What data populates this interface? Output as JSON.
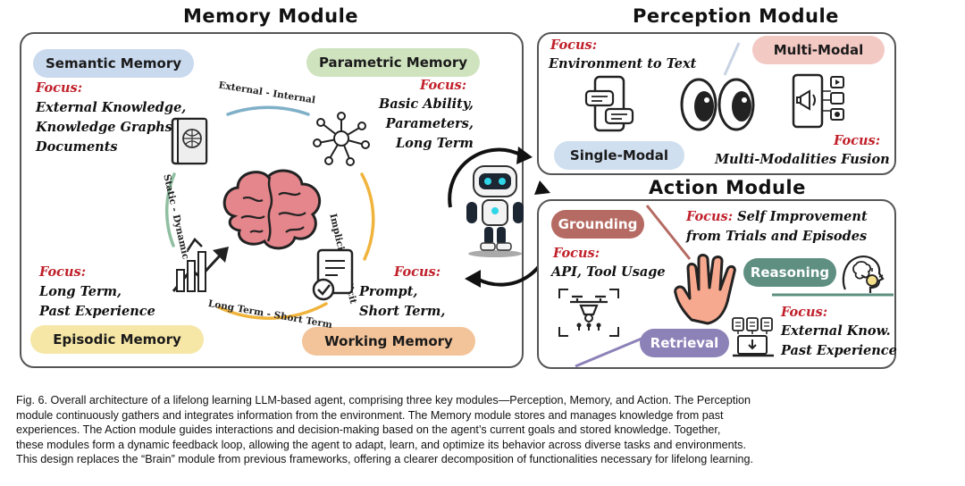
{
  "memory": {
    "title": "Memory Module",
    "semantic": {
      "label": "Semantic Memory",
      "focus": "Focus:",
      "lines": [
        "External Knowledge,",
        "Knowledge Graphs,",
        "Documents"
      ]
    },
    "parametric": {
      "label": "Parametric Memory",
      "focus": "Focus:",
      "lines": [
        "Basic Ability,",
        "Parameters,",
        "Long Term"
      ]
    },
    "episodic": {
      "label": "Episodic Memory",
      "focus": "Focus:",
      "lines": [
        "Long Term,",
        "Past Experience"
      ]
    },
    "working": {
      "label": "Working Memory",
      "focus": "Focus:",
      "lines": [
        "Prompt,",
        "Short Term,"
      ]
    },
    "axes": {
      "top": "External - Internal",
      "right": "Implicit - Explicit",
      "left": "Static - Dynamic",
      "bottom": "Long Term - Short Term"
    }
  },
  "perception": {
    "title": "Perception Module",
    "focus_left": "Focus:",
    "left_text": "Environment to Text",
    "multi_modal": "Multi-Modal",
    "single_modal": "Single-Modal",
    "focus_right": "Focus:",
    "right_text": "Multi-Modalities Fusion"
  },
  "action": {
    "title": "Action Module",
    "grounding": "Grounding",
    "focus_grounding": "Focus:",
    "grounding_text": "API, Tool Usage",
    "focus_reasoning": "Focus:",
    "reasoning_text": [
      "Self Improvement",
      "from Trials and Episodes"
    ],
    "reasoning": "Reasoning",
    "retrieval": "Retrieval",
    "focus_retrieval": "Focus:",
    "retrieval_text": [
      "External Know.",
      "Past Experience"
    ]
  },
  "caption": [
    "Fig. 6. Overall architecture of a lifelong learning LLM-based agent, comprising three key modules—Perception, Memory, and Action. The Perception",
    "module continuously gathers and integrates information from the environment. The Memory module stores and manages knowledge from past",
    "experiences. The Action module guides interactions and decision-making based on the agent’s current goals and stored knowledge. Together,",
    "these modules form a dynamic feedback loop, allowing the agent to adapt, learn, and optimize its behavior across diverse tasks and environments.",
    "This design replaces the “Brain” module from previous frameworks, offering a clearer decomposition of functionalities necessary for lifelong learning."
  ],
  "colors": {
    "semantic": "#c9d9ee",
    "parametric": "#cfe3bf",
    "episodic": "#f6e7a6",
    "working": "#f3c49a",
    "multi_modal": "#f3c9c4",
    "single_modal": "#cfdff0",
    "grounding": "#b56b63",
    "reasoning": "#5e8f80",
    "retrieval": "#8d82b8",
    "focus_red": "#c0202a"
  },
  "icons": [
    "book-icon",
    "network-icon",
    "brain-icon",
    "growth-arrow-icon",
    "document-check-icon",
    "robot-icon",
    "cycle-arrows-icon",
    "phone-chat-icon",
    "eyes-icon",
    "multimedia-phone-icon",
    "hand-icon",
    "drone-icon",
    "idea-head-icon",
    "database-laptop-icon"
  ]
}
